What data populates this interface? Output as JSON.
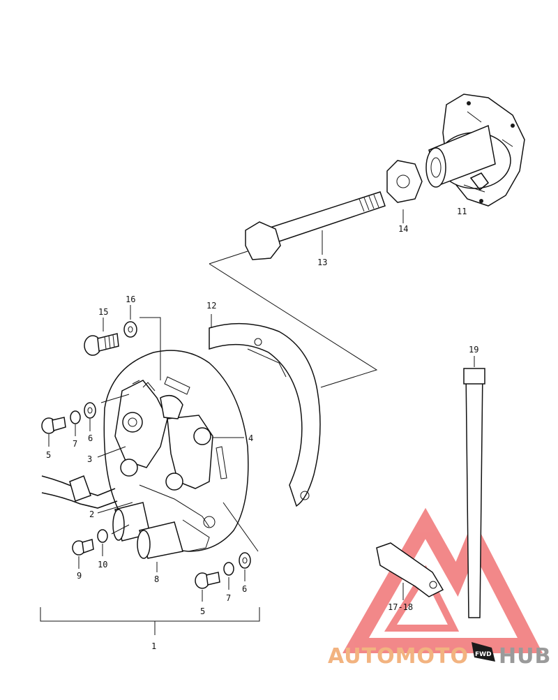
{
  "diagram": {
    "callouts": [
      "1",
      "2",
      "3",
      "4",
      "5",
      "6",
      "7",
      "8",
      "9",
      "10",
      "11",
      "12",
      "13",
      "14",
      "15",
      "16",
      "5",
      "6",
      "7",
      "17-18",
      "19"
    ]
  },
  "watermark": {
    "word_left": "AUTOMOTO",
    "word_right": "HUB",
    "color_left": "#f2b380",
    "color_right": "#9a9a9a",
    "logo_color": "#e8282a"
  },
  "badge_text": "FWD"
}
